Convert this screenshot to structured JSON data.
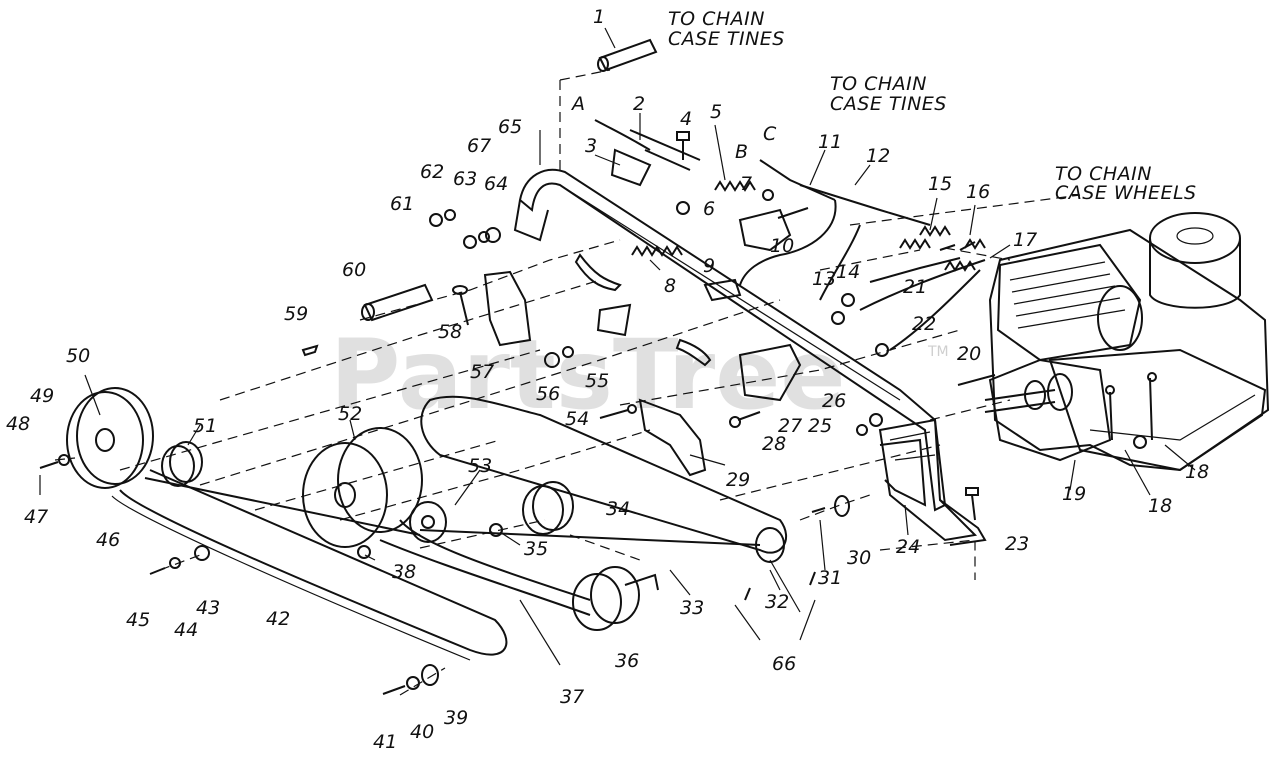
{
  "notes": {
    "top_1": "TO CHAIN",
    "top_2": "CASE TINES",
    "mid_1": "TO CHAIN",
    "mid_2": "CASE TINES",
    "right_1": "TO CHAIN",
    "right_2": "CASE WHEELS"
  },
  "watermark": {
    "text": "PartsTree",
    "tm": "TM"
  },
  "cable_letters": {
    "a": "A",
    "b": "B",
    "c": "C"
  },
  "parts": {
    "p1": "1",
    "p2": "2",
    "p3": "3",
    "p4": "4",
    "p5": "5",
    "p6": "6",
    "p7": "7",
    "p8": "8",
    "p9": "9",
    "p10": "10",
    "p11": "11",
    "p12": "12",
    "p13": "13",
    "p14": "14",
    "p15": "15",
    "p16": "16",
    "p17": "17",
    "p18a": "18",
    "p18b": "18",
    "p19": "19",
    "p20": "20",
    "p21": "21",
    "p22": "22",
    "p23": "23",
    "p24": "24",
    "p25": "25",
    "p26": "26",
    "p27": "27",
    "p28": "28",
    "p29": "29",
    "p30": "30",
    "p31": "31",
    "p32": "32",
    "p33": "33",
    "p34": "34",
    "p35": "35",
    "p36": "36",
    "p37": "37",
    "p38": "38",
    "p39": "39",
    "p40": "40",
    "p41": "41",
    "p42": "42",
    "p43": "43",
    "p44": "44",
    "p45": "45",
    "p46": "46",
    "p47": "47",
    "p48": "48",
    "p49": "49",
    "p50": "50",
    "p51": "51",
    "p52": "52",
    "p53": "53",
    "p54": "54",
    "p55": "55",
    "p56": "56",
    "p57": "57",
    "p58": "58",
    "p59": "59",
    "p60": "60",
    "p61": "61",
    "p62": "62",
    "p63": "63",
    "p64": "64",
    "p65": "65",
    "p66": "66",
    "p67": "67"
  }
}
